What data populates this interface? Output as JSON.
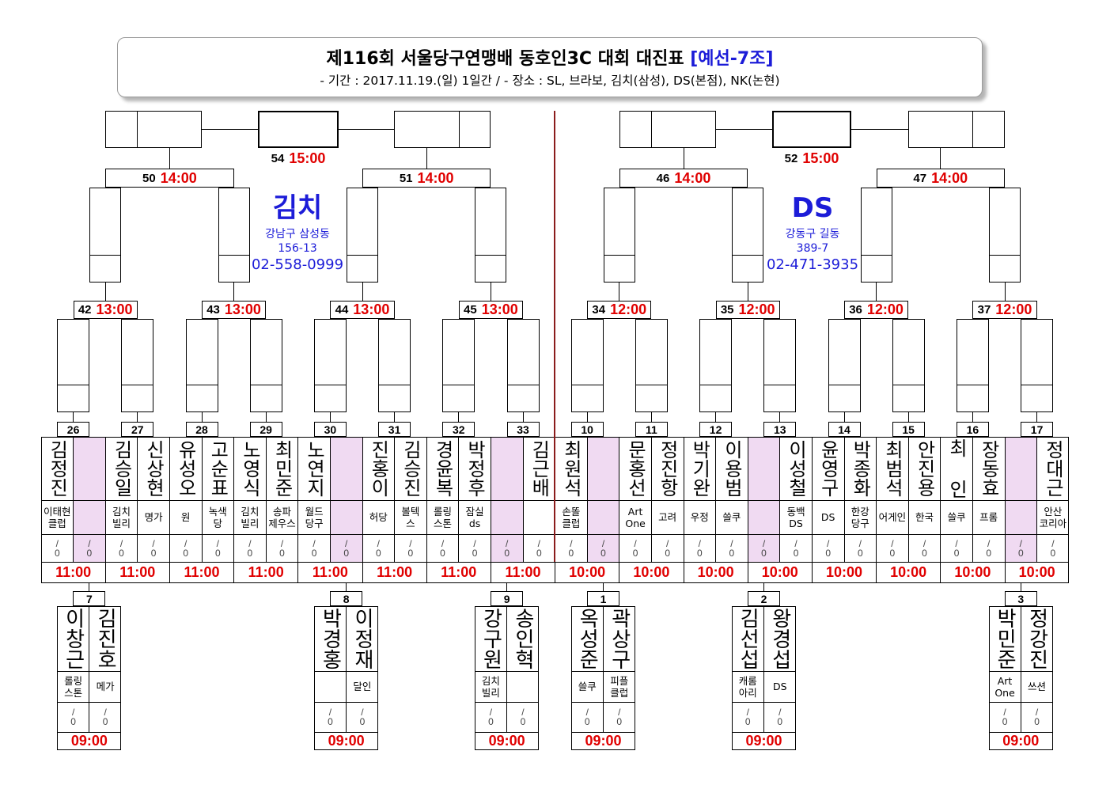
{
  "title": {
    "main": "제116회 서울당구연맹배 동호인3C 대회 대진표",
    "group": "[예선-7조]",
    "subtitle": "- 기간 : 2017.11.19.(일) 1일간 / - 장소 : SL, 브라보, 김치(삼성), DS(본점), NK(논현)"
  },
  "colors": {
    "time": "#e00000",
    "blue": "#1c1cd8",
    "bye": "#f0daf2",
    "divider": "#8b1c1c"
  },
  "score": {
    "slash": "/",
    "zero": "0"
  },
  "finals": [
    {
      "match": "54",
      "time": "15:00"
    },
    {
      "match": "52",
      "time": "15:00"
    }
  ],
  "semis": [
    {
      "match": "50",
      "time": "14:00"
    },
    {
      "match": "51",
      "time": "14:00"
    },
    {
      "match": "46",
      "time": "14:00"
    },
    {
      "match": "47",
      "time": "14:00"
    }
  ],
  "quarters": [
    {
      "match": "42",
      "time": "13:00"
    },
    {
      "match": "43",
      "time": "13:00"
    },
    {
      "match": "44",
      "time": "13:00"
    },
    {
      "match": "45",
      "time": "13:00"
    },
    {
      "match": "34",
      "time": "12:00"
    },
    {
      "match": "35",
      "time": "12:00"
    },
    {
      "match": "36",
      "time": "12:00"
    },
    {
      "match": "37",
      "time": "12:00"
    }
  ],
  "venues": [
    {
      "name": "김치",
      "address": "강남구 삼성동",
      "lot": "156-13",
      "phone": "02-558-0999"
    },
    {
      "name": "DS",
      "address": "강동구 길동",
      "lot": "389-7",
      "phone": "02-471-3935"
    }
  ],
  "round32": [
    {
      "match": "26",
      "time": "11:00",
      "players": [
        {
          "name": "김정진",
          "club": "이태현\n클럽"
        },
        {
          "bye": true
        }
      ]
    },
    {
      "match": "27",
      "time": "11:00",
      "players": [
        {
          "name": "김승일",
          "club": "김치\n빌리"
        },
        {
          "name": "신상현",
          "club": "명가"
        }
      ]
    },
    {
      "match": "28",
      "time": "11:00",
      "players": [
        {
          "name": "유성오",
          "club": "원"
        },
        {
          "name": "고순표",
          "club": "녹색\n당"
        }
      ]
    },
    {
      "match": "29",
      "time": "11:00",
      "players": [
        {
          "name": "노영식",
          "club": "김치\n빌리"
        },
        {
          "name": "최민준",
          "club": "송파\n제우스"
        }
      ]
    },
    {
      "match": "30",
      "time": "11:00",
      "players": [
        {
          "name": "노연지",
          "club": "월드\n당구"
        },
        {
          "bye": true
        }
      ]
    },
    {
      "match": "31",
      "time": "11:00",
      "players": [
        {
          "name": "진홍이",
          "club": "허당"
        },
        {
          "name": "김승진",
          "club": "볼텍\n스"
        }
      ]
    },
    {
      "match": "32",
      "time": "11:00",
      "players": [
        {
          "name": "경윤복",
          "club": "롤링\n스톤"
        },
        {
          "name": "박정후",
          "club": "잠실\nds"
        }
      ]
    },
    {
      "match": "33",
      "time": "11:00",
      "players": [
        {
          "bye": true
        },
        {
          "name": "김근배"
        }
      ]
    },
    {
      "match": "10",
      "time": "10:00",
      "players": [
        {
          "name": "최원석",
          "club": "손똘\n클럽"
        },
        {
          "bye": true
        }
      ]
    },
    {
      "match": "11",
      "time": "10:00",
      "players": [
        {
          "name": "문홍선",
          "club": "Art\nOne"
        },
        {
          "name": "정진항",
          "club": "고려"
        }
      ]
    },
    {
      "match": "12",
      "time": "10:00",
      "players": [
        {
          "name": "박기완",
          "club": "우정"
        },
        {
          "name": "이용범",
          "club": "쓸쿠"
        }
      ]
    },
    {
      "match": "13",
      "time": "10:00",
      "players": [
        {
          "bye": true
        },
        {
          "name": "이성철",
          "club": "동백\nDS"
        }
      ]
    },
    {
      "match": "14",
      "time": "10:00",
      "players": [
        {
          "name": "윤영구",
          "club": "DS"
        },
        {
          "name": "박종화",
          "club": "한강\n당구"
        }
      ]
    },
    {
      "match": "15",
      "time": "10:00",
      "players": [
        {
          "name": "최범석",
          "club": "어게인"
        },
        {
          "name": "안진용",
          "club": "한국"
        }
      ]
    },
    {
      "match": "16",
      "time": "10:00",
      "players": [
        {
          "name": "최 인",
          "club": "쓸쿠"
        },
        {
          "name": "장동효",
          "club": "프롬"
        }
      ]
    },
    {
      "match": "17",
      "time": "10:00",
      "players": [
        {
          "bye": true
        },
        {
          "name": "정대근",
          "club": "안산\n코리아"
        }
      ]
    }
  ],
  "prelims": [
    {
      "match": "7",
      "time": "09:00",
      "players": [
        {
          "name": "이창근",
          "club": "롤링\n스톤"
        },
        {
          "name": "김진호",
          "club": "메가"
        }
      ]
    },
    {
      "match": "8",
      "time": "09:00",
      "players": [
        {
          "name": "박경홍"
        },
        {
          "name": "이정재",
          "club": "달인"
        }
      ]
    },
    {
      "match": "9",
      "time": "09:00",
      "players": [
        {
          "name": "강구원",
          "club": "김치\n빌리"
        },
        {
          "name": "송인혁"
        }
      ]
    },
    {
      "match": "1",
      "time": "09:00",
      "players": [
        {
          "name": "옥성준",
          "club": "쓸쿠"
        },
        {
          "name": "곽상구",
          "club": "피플\n클럽"
        }
      ]
    },
    {
      "match": "2",
      "time": "09:00",
      "players": [
        {
          "name": "김선섭",
          "club": "캐롬\n아리"
        },
        {
          "name": "왕경섭",
          "club": "DS"
        }
      ]
    },
    {
      "match": "3",
      "time": "09:00",
      "players": [
        {
          "name": "박민준",
          "club": "Art\nOne"
        },
        {
          "name": "정강진",
          "club": "쓰션"
        }
      ]
    }
  ]
}
